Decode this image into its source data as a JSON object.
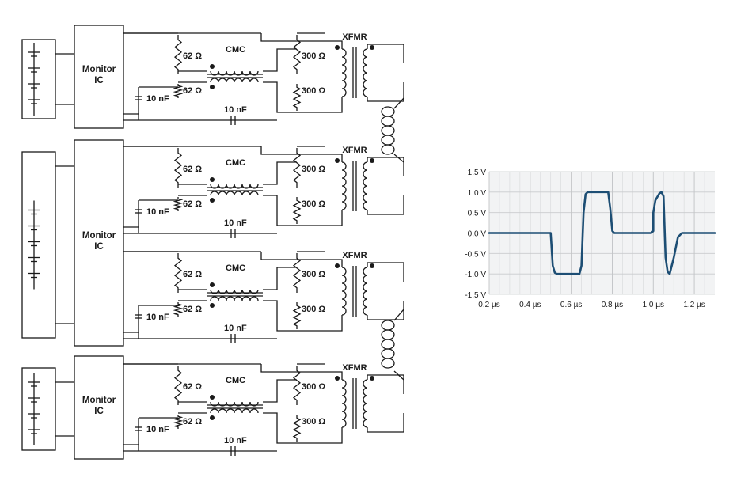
{
  "diagram": {
    "channels": [
      {
        "monitor_label": [
          "Monitor",
          "IC"
        ],
        "cap_label": "10 nF",
        "res_top": "62 Ω",
        "res_bot": "62 Ω",
        "cmc_label": "CMC",
        "xres_top": "300 Ω",
        "xres_bot": "300 Ω",
        "bottom_cap_label": "10 nF",
        "xfmr_label": "XFMR"
      },
      {
        "monitor_label": [
          "Monitor",
          "IC"
        ],
        "cap_label": "10 nF",
        "res_top": "62 Ω",
        "res_bot": "62 Ω",
        "cmc_label": "CMC",
        "xres_top": "300 Ω",
        "xres_bot": "300 Ω",
        "bottom_cap_label": "10 nF",
        "xfmr_label": "XFMR"
      },
      {
        "cap_label": "10 nF",
        "res_top": "62 Ω",
        "res_bot": "62 Ω",
        "cmc_label": "CMC",
        "xres_top": "300 Ω",
        "xres_bot": "300 Ω",
        "bottom_cap_label": "10 nF",
        "xfmr_label": "XFMR"
      },
      {
        "monitor_label": [
          "Monitor",
          "IC"
        ],
        "cap_label": "10 nF",
        "res_top": "62 Ω",
        "res_bot": "62 Ω",
        "cmc_label": "CMC",
        "xres_top": "300 Ω",
        "xres_bot": "300 Ω",
        "bottom_cap_label": "10 nF",
        "xfmr_label": "XFMR"
      }
    ],
    "battery_cells": [
      4,
      4,
      5
    ]
  },
  "chart_data": {
    "type": "line",
    "title": "",
    "xlabel": "",
    "ylabel": "",
    "x_ticks": [
      "0.2 µs",
      "0.4 µs",
      "0.6 µs",
      "0.8 µs",
      "1.0 µs",
      "1.2 µs"
    ],
    "y_ticks": [
      "1.5 V",
      "1.0 V",
      "0.5 V",
      "0.0 V",
      "-0.5 V",
      "-1.0 V",
      "-1.5 V"
    ],
    "xlim": [
      0.2,
      1.3
    ],
    "ylim": [
      -1.5,
      1.5
    ],
    "grid": true,
    "series": [
      {
        "color": "#1d4e74",
        "x": [
          0.2,
          0.5,
          0.51,
          0.52,
          0.53,
          0.64,
          0.65,
          0.66,
          0.67,
          0.68,
          0.72,
          0.78,
          0.79,
          0.8,
          0.81,
          0.99,
          1.0,
          1.0,
          1.01,
          1.03,
          1.04,
          1.05,
          1.06,
          1.07,
          1.08,
          1.1,
          1.12,
          1.14,
          1.3
        ],
        "y": [
          0.0,
          0.0,
          -0.8,
          -0.97,
          -1.0,
          -1.0,
          -0.8,
          0.5,
          0.95,
          1.0,
          1.0,
          1.0,
          0.6,
          0.05,
          0.0,
          0.0,
          0.05,
          0.5,
          0.8,
          0.97,
          1.0,
          0.9,
          -0.6,
          -0.95,
          -1.0,
          -0.6,
          -0.1,
          0.0,
          0.0
        ]
      }
    ]
  }
}
